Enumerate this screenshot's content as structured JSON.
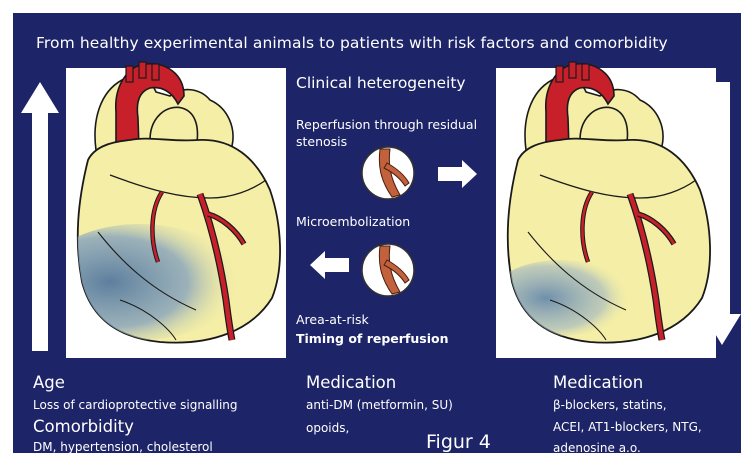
{
  "title": "From healthy experimental animals to patients with risk factors and comorbidity",
  "middle": {
    "heading": "Clinical heterogeneity",
    "reperfusion": "Reperfusion through residual stenosis",
    "microembolization": "Microembolization",
    "area_at_risk": "Area-at-risk",
    "timing": "Timing of reperfusion"
  },
  "bottom_left": {
    "age_label": "Age",
    "age_desc": "Loss of cardioprotective signalling",
    "comorbidity_label": "Comorbidity",
    "comorbidity_desc": "DM, hypertension, cholesterol"
  },
  "bottom_middle": {
    "label": "Medication",
    "line1": "anti-DM (metformin, SU)",
    "line2": "opoids,"
  },
  "bottom_right": {
    "label": "Medication",
    "line1": "β-blockers, statins,",
    "line2": "ACEI, AT1-blockers, NTG,",
    "line3": "adenosine a.o."
  },
  "caption": "Figur 4",
  "colors": {
    "panel": "#1d2467",
    "heart_fill": "#f4eea6",
    "aorta_red": "#c8202b",
    "vessel_red": "#c8202b",
    "ischemic_blue": "#7f9bb5",
    "vessel_copper": "#c2623d"
  },
  "icons": {
    "up_arrow": "arrow-up-icon",
    "down_arrow": "arrow-down-icon",
    "right_arrow": "arrow-right-icon",
    "left_arrow": "arrow-left-icon",
    "vessel": "vessel-cross-section-icon"
  }
}
